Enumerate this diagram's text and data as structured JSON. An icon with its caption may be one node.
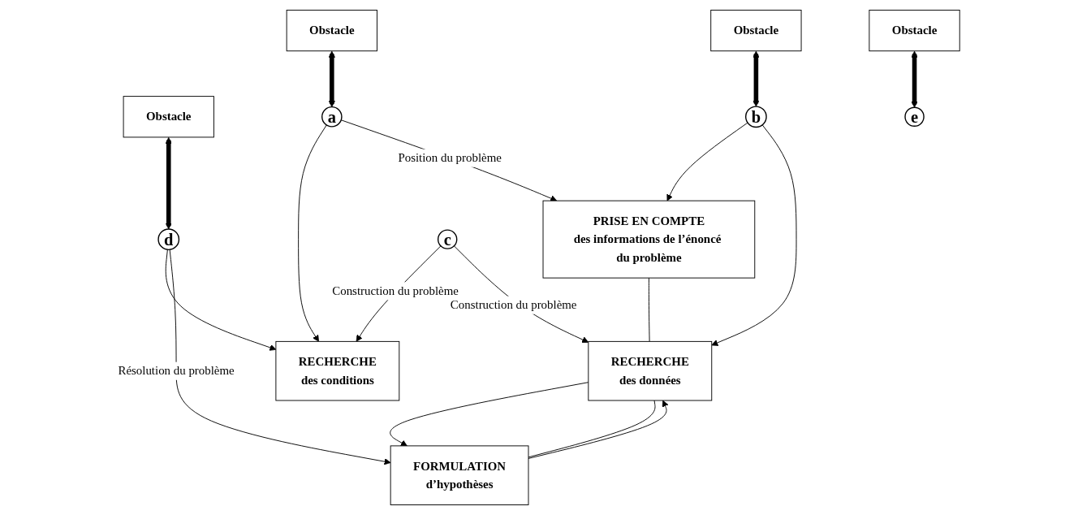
{
  "diagram": {
    "nodes": [
      {
        "text": [
          "Obstacle"
        ]
      },
      {
        "text": [
          "RECHERCHE",
          "des conditions"
        ]
      },
      {
        "text": [
          "Obstacle"
        ]
      },
      {
        "text": [
          "a"
        ]
      },
      {
        "text": [
          "d"
        ]
      },
      {
        "text": [
          "PRISE EN COMPTE",
          "des informations de l’énoncé du problème"
        ]
      },
      {
        "text": [
          "c"
        ]
      },
      {
        "text": [
          "FORMULATION",
          "d’hypothèses"
        ]
      },
      {
        "text": [
          "b"
        ]
      },
      {
        "text": [
          "e"
        ]
      },
      {
        "text": [
          "Obstacle"
        ]
      },
      {
        "text": [
          "RECHERCHE",
          "des données"
        ]
      },
      {
        "text": [
          "Obstacle"
        ]
      }
    ],
    "edges": [
      {
        "from": 0,
        "to": 3,
        "arrow": "both",
        "style": "thick"
      },
      {
        "from": 3,
        "to": 1,
        "arrow": "to"
      },
      {
        "from": 3,
        "to": 5,
        "arrow": "to",
        "label": "Position du problème"
      },
      {
        "from": 2,
        "to": 4,
        "arrow": "both",
        "style": "thick"
      },
      {
        "from": 4,
        "to": 1,
        "arrow": "to"
      },
      {
        "from": 4,
        "to": 7,
        "arrow": "to",
        "label": "Résolution du problème"
      },
      {
        "from": 6,
        "to": 1,
        "arrow": "to",
        "label": "Construction du problème"
      },
      {
        "from": 6,
        "to": 11,
        "arrow": "to",
        "label": "Construction du problème"
      },
      {
        "from": 8,
        "to": 5,
        "arrow": "to"
      },
      {
        "from": 8,
        "to": 11,
        "arrow": "to"
      },
      {
        "from": 10,
        "to": 8,
        "arrow": "both",
        "style": "thick"
      },
      {
        "from": 11,
        "to": 7,
        "arrow": "to"
      },
      {
        "from": 7,
        "to": 11,
        "arrow": "to"
      },
      {
        "from": 12,
        "to": 9,
        "arrow": "both",
        "style": "thick"
      },
      {
        "from": 5,
        "to": 11,
        "arrow": "none"
      },
      {
        "from": 11,
        "to": 7,
        "arrow": "none"
      }
    ]
  }
}
